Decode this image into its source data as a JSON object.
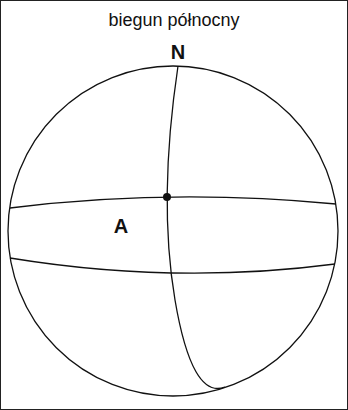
{
  "diagram": {
    "title": "biegun północny",
    "labels": [
      "N",
      "A"
    ]
  }
}
